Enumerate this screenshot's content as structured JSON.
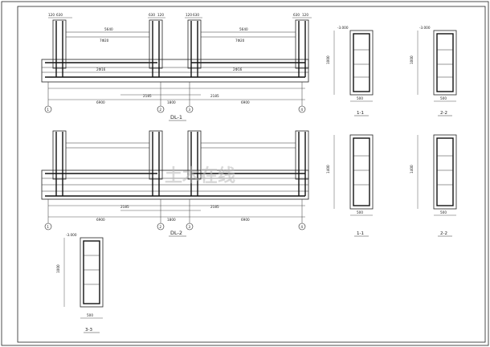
{
  "beam1": {
    "title": "DL-1",
    "top_left_dims": [
      "120",
      "630"
    ],
    "top_mid_dims": [
      "630",
      "120"
    ],
    "top_mid2_dims": [
      "120",
      "630"
    ],
    "top_right_dims": [
      "630",
      "120"
    ],
    "span_len_1": "5640",
    "span_len_2": "5640",
    "bottom_bars_1": "7Φ20",
    "bottom_bars_2": "7Φ20",
    "stirrup_1": "2Φ16",
    "stirrup_2": "2Φ16",
    "overall_1": "6900",
    "overall_2": "6900",
    "center_dim": "1800",
    "sub_a": "2185",
    "sub_b": "2185",
    "axes": [
      "1",
      "2",
      "3",
      "4"
    ]
  },
  "beam2": {
    "title": "DL-2",
    "overall_1": "6900",
    "overall_2": "6900",
    "center_dim": "1800",
    "sub_a": "2185",
    "sub_b": "2185",
    "axes": [
      "1",
      "2",
      "3",
      "4"
    ]
  },
  "sections": {
    "s11a": {
      "label": "1-1",
      "width": "500",
      "height": "1000",
      "top": "-3.000"
    },
    "s22a": {
      "label": "2-2",
      "width": "500",
      "height": "1000",
      "top": "-3.000"
    },
    "s11b": {
      "label": "1-1",
      "width": "500",
      "height": "1400"
    },
    "s22b": {
      "label": "2-2",
      "width": "500",
      "height": "1400"
    },
    "s33": {
      "label": "3-3",
      "width": "500",
      "height": "1000",
      "top": "-3.000"
    }
  },
  "watermark": "土木在线"
}
